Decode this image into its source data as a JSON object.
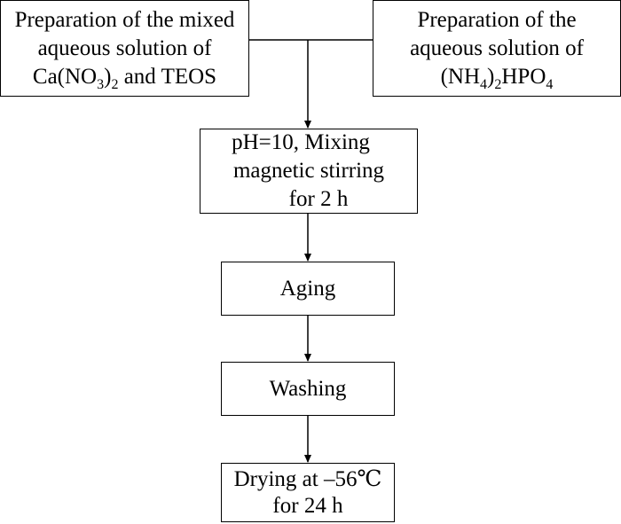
{
  "nodes": {
    "mixed_solution": {
      "line1": "Preparation of the mixed",
      "line2": "aqueous solution of",
      "line3_prefix": "Ca(NO",
      "line3_sub1": "3",
      "line3_mid": ")",
      "line3_sub2": "2",
      "line3_suffix": " and TEOS"
    },
    "phosphate_solution": {
      "line1": "Preparation of the",
      "line2": "aqueous solution of",
      "line3_prefix": "(NH",
      "line3_sub1": "4",
      "line3_mid": ")",
      "line3_sub2": "2",
      "line3_mid2": "HPO",
      "line3_sub3": "4"
    },
    "mixing": {
      "line1": "pH=10, Mixing",
      "line2": "magnetic stirring",
      "line3": "for 2 h"
    },
    "aging": {
      "label": "Aging"
    },
    "washing": {
      "label": "Washing"
    },
    "drying": {
      "line1": "Drying at –56℃",
      "line2": "for 24 h"
    }
  },
  "edges": [
    [
      "mixed_solution",
      "mixing"
    ],
    [
      "phosphate_solution",
      "mixing"
    ],
    [
      "mixing",
      "aging"
    ],
    [
      "aging",
      "washing"
    ],
    [
      "washing",
      "drying"
    ]
  ]
}
